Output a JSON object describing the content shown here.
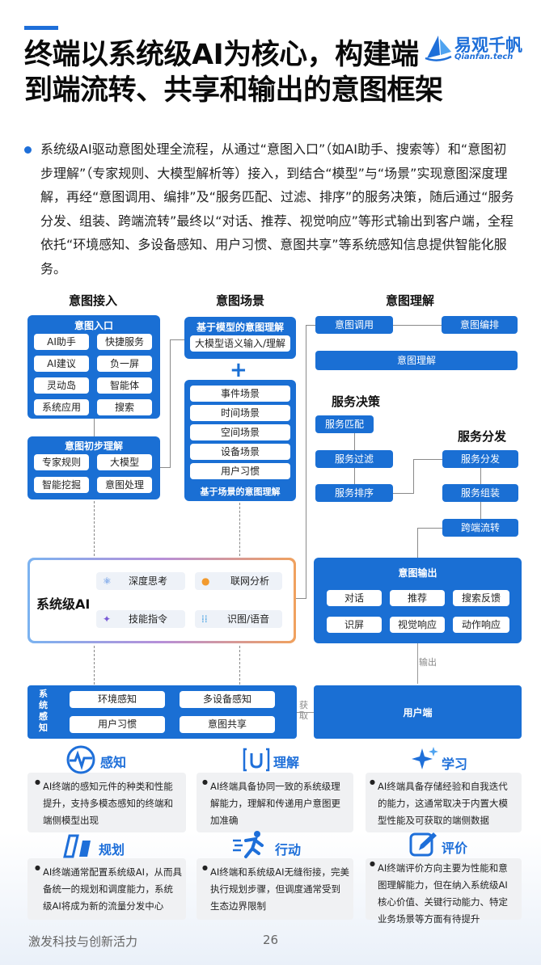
{
  "title": "终端以系统级AI为核心，构建端到端流转、共享和输出的意图框架",
  "logo": {
    "cn": "易观千帆",
    "en": "Qianfan.tech"
  },
  "intro": "系统级AI驱动意图处理全流程，从通过“意图入口”（如AI助手、搜索等）和“意图初步理解”（专家规则、大模型解析等）接入，到结合“模型”与“场景”实现意图深度理解，再经“意图调用、编排”及“服务匹配、过滤、排序”的服务决策，随后通过“服务分发、组装、跨端流转”最终以“对话、推荐、视觉响应”等形式输出到客户端，全程依托“环境感知、多设备感知、用户习惯、意图共享”等系统感知信息提供智能化服务。",
  "diagram": {
    "columns": [
      "意图接入",
      "意图场景",
      "意图理解"
    ],
    "entry": {
      "title": "意图入口",
      "items": [
        "AI助手",
        "快捷服务",
        "AI建议",
        "负一屏",
        "灵动岛",
        "智能体",
        "系统应用",
        "搜索"
      ]
    },
    "prelim": {
      "title": "意图初步理解",
      "items": [
        "专家规则",
        "大模型",
        "智能挖掘",
        "意图处理"
      ]
    },
    "model": {
      "title": "基于模型的意图理解",
      "item": "大模型语义输入/理解"
    },
    "plus": "+",
    "scene": {
      "items": [
        "事件场景",
        "时间场景",
        "空间场景",
        "设备场景",
        "用户习惯"
      ],
      "footer": "基于场景的意图理解"
    },
    "understand": {
      "call": "意图调用",
      "orch": "意图编排",
      "main": "意图理解"
    },
    "decision": {
      "title": "服务决策",
      "items": [
        "服务匹配",
        "服务过滤",
        "服务排序"
      ]
    },
    "dispatch": {
      "title": "服务分发",
      "items": [
        "服务分发",
        "服务组装",
        "跨端流转"
      ]
    },
    "system_ai": {
      "label": "系统级AI",
      "items": [
        "深度思考",
        "联网分析",
        "技能指令",
        "识图/语音"
      ]
    },
    "output": {
      "title": "意图输出",
      "items": [
        "对话",
        "推荐",
        "搜索反馈",
        "识屏",
        "视觉响应",
        "动作响应"
      ]
    },
    "output_arrow": "输出",
    "perception": {
      "label": "系统感知",
      "items": [
        "环境感知",
        "多设备感知",
        "用户习惯",
        "意图共享"
      ]
    },
    "fetch": "获取",
    "client": "用户端"
  },
  "cards": [
    {
      "title": "感知",
      "icon": "pulse-icon",
      "text": "AI终端的感知元件的种类和性能提升，支持多模态感知的终端和端侧模型出现"
    },
    {
      "title": "理解",
      "icon": "u-bracket-icon",
      "text": "AI终端具备协同一致的系统级理解能力，理解和传递用户意图更加准确"
    },
    {
      "title": "学习",
      "icon": "sparkle-icon",
      "text": "AI终端具备存储经验和自我迭代的能力，这通常取决于内置大模型性能及可获取的端侧数据"
    },
    {
      "title": "规划",
      "icon": "blocks-icon",
      "text": "AI终端通常配置系统级AI，从而具备统一的规划和调度能力，系统级AI将成为新的流量分发中心"
    },
    {
      "title": "行动",
      "icon": "runner-icon",
      "text": "AI终端和系统级AI无缝衔接，完美执行规划步骤，但调度通常受到生态边界限制"
    },
    {
      "title": "评价",
      "icon": "pen-icon",
      "text": "AI终端评价方向主要为性能和意图理解能力，但在纳入系统级AI核心价值、关键行动能力、特定业务场景等方面有待提升"
    }
  ],
  "footer": "激发科技与创新活力",
  "page_number": "26",
  "colors": {
    "accent": "#1e6fd9",
    "panel": "#1a6fd4",
    "card": "#f0f1f3"
  }
}
